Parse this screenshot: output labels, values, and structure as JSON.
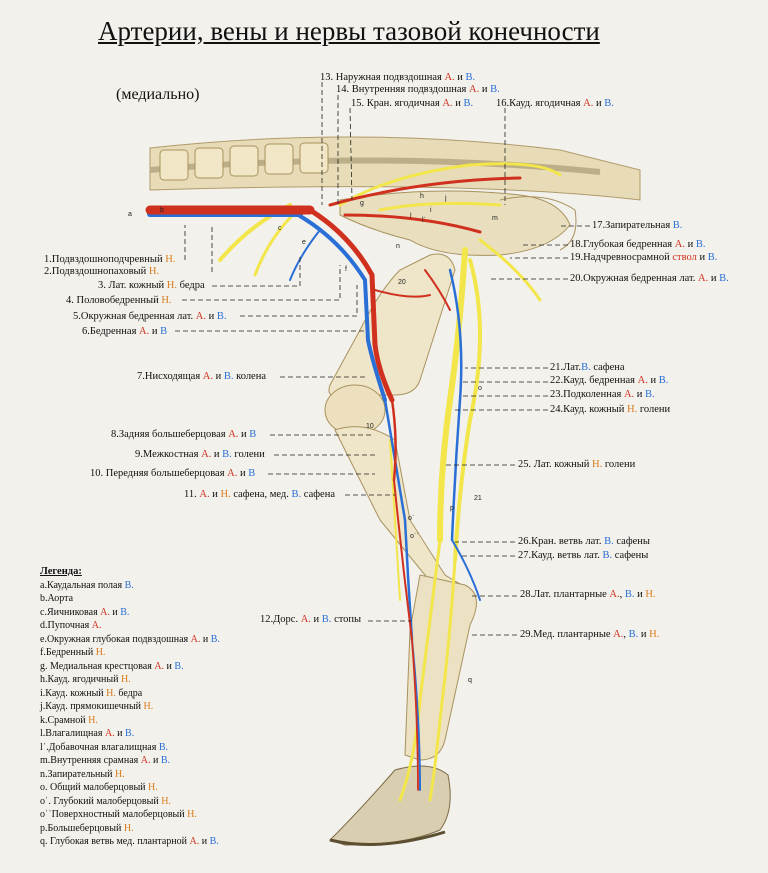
{
  "title": "Артерии, вены и нервы тазовой конечности",
  "view": "(медиально)",
  "legend_title": "Легенда:",
  "colors": {
    "artery": "#d0311f",
    "vein": "#2a6fd6",
    "nerve": "#d97b1a",
    "nerve_fill": "#f2e64a",
    "bone": "#efe6c9"
  },
  "numbered_labels": [
    {
      "id": "1",
      "parts": [
        {
          "t": "1.Подвздошноподчревный "
        },
        {
          "t": "Н.",
          "c": "n"
        }
      ]
    },
    {
      "id": "2",
      "parts": [
        {
          "t": "2.Подвздошнопаховый "
        },
        {
          "t": "Н.",
          "c": "n"
        }
      ]
    },
    {
      "id": "3",
      "parts": [
        {
          "t": "3. Лат. кожный "
        },
        {
          "t": "Н.",
          "c": "n"
        },
        {
          "t": " бедра"
        }
      ]
    },
    {
      "id": "4",
      "parts": [
        {
          "t": "4. Половобедренный "
        },
        {
          "t": "Н.",
          "c": "n"
        }
      ]
    },
    {
      "id": "5",
      "parts": [
        {
          "t": "5.Окружная бедренная лат. "
        },
        {
          "t": "А.",
          "c": "a"
        },
        {
          "t": " и "
        },
        {
          "t": "В.",
          "c": "v"
        }
      ]
    },
    {
      "id": "6",
      "parts": [
        {
          "t": "6.Бедренная "
        },
        {
          "t": "А.",
          "c": "a"
        },
        {
          "t": " и "
        },
        {
          "t": "В",
          "c": "v"
        }
      ]
    },
    {
      "id": "7",
      "parts": [
        {
          "t": "7.Нисходящая "
        },
        {
          "t": "А.",
          "c": "a"
        },
        {
          "t": " и "
        },
        {
          "t": "В.",
          "c": "v"
        },
        {
          "t": " колена"
        }
      ]
    },
    {
      "id": "8",
      "parts": [
        {
          "t": "8.Задняя большеберцовая "
        },
        {
          "t": "А.",
          "c": "a"
        },
        {
          "t": " и "
        },
        {
          "t": "В",
          "c": "v"
        }
      ]
    },
    {
      "id": "9",
      "parts": [
        {
          "t": "9.Межкостная "
        },
        {
          "t": "А.",
          "c": "a"
        },
        {
          "t": " и "
        },
        {
          "t": "В.",
          "c": "v"
        },
        {
          "t": " голени"
        }
      ]
    },
    {
      "id": "10",
      "parts": [
        {
          "t": "10. Передняя большеберцовая "
        },
        {
          "t": "А.",
          "c": "a"
        },
        {
          "t": " и "
        },
        {
          "t": "В",
          "c": "v"
        }
      ]
    },
    {
      "id": "11",
      "parts": [
        {
          "t": "11. "
        },
        {
          "t": "А.",
          "c": "a"
        },
        {
          "t": " и "
        },
        {
          "t": "Н.",
          "c": "n"
        },
        {
          "t": " сафена, мед. "
        },
        {
          "t": "В.",
          "c": "v"
        },
        {
          "t": " сафена"
        }
      ]
    },
    {
      "id": "12",
      "parts": [
        {
          "t": "12.Дорс. "
        },
        {
          "t": "А.",
          "c": "a"
        },
        {
          "t": " и "
        },
        {
          "t": "В.",
          "c": "v"
        },
        {
          "t": " стопы"
        }
      ]
    },
    {
      "id": "13",
      "parts": [
        {
          "t": "13. Наружная подвздошная "
        },
        {
          "t": "А.",
          "c": "a"
        },
        {
          "t": " и "
        },
        {
          "t": "В.",
          "c": "v"
        }
      ]
    },
    {
      "id": "14",
      "parts": [
        {
          "t": "14. Внутренняя подвздошная "
        },
        {
          "t": "А.",
          "c": "a"
        },
        {
          "t": " и "
        },
        {
          "t": "В.",
          "c": "v"
        }
      ]
    },
    {
      "id": "15",
      "parts": [
        {
          "t": "15. Кран. ягодичная "
        },
        {
          "t": "А.",
          "c": "a"
        },
        {
          "t": " и "
        },
        {
          "t": "В.",
          "c": "v"
        }
      ]
    },
    {
      "id": "16",
      "parts": [
        {
          "t": "16.Кауд. ягодичная "
        },
        {
          "t": "А.",
          "c": "a"
        },
        {
          "t": " и "
        },
        {
          "t": "В.",
          "c": "v"
        }
      ]
    },
    {
      "id": "17",
      "parts": [
        {
          "t": "17.Запирательная "
        },
        {
          "t": "В.",
          "c": "v"
        }
      ]
    },
    {
      "id": "18",
      "parts": [
        {
          "t": "18.Глубокая бедренная "
        },
        {
          "t": "А.",
          "c": "a"
        },
        {
          "t": " и "
        },
        {
          "t": "В.",
          "c": "v"
        }
      ]
    },
    {
      "id": "19",
      "parts": [
        {
          "t": "19.Надчревносрамной "
        },
        {
          "t": "ствол",
          "c": "a"
        },
        {
          "t": " и "
        },
        {
          "t": "В.",
          "c": "v"
        }
      ]
    },
    {
      "id": "20",
      "parts": [
        {
          "t": "20.Окружная бедренная лат. "
        },
        {
          "t": "А.",
          "c": "a"
        },
        {
          "t": " и "
        },
        {
          "t": "В.",
          "c": "v"
        }
      ]
    },
    {
      "id": "21",
      "parts": [
        {
          "t": "21.Лат."
        },
        {
          "t": "В.",
          "c": "v"
        },
        {
          "t": " сафена"
        }
      ]
    },
    {
      "id": "22",
      "parts": [
        {
          "t": "22.Кауд. бедренная "
        },
        {
          "t": "А.",
          "c": "a"
        },
        {
          "t": " и "
        },
        {
          "t": "В.",
          "c": "v"
        }
      ]
    },
    {
      "id": "23",
      "parts": [
        {
          "t": "23.Подколенная "
        },
        {
          "t": "А.",
          "c": "a"
        },
        {
          "t": " и "
        },
        {
          "t": "В.",
          "c": "v"
        }
      ]
    },
    {
      "id": "24",
      "parts": [
        {
          "t": "24.Кауд. кожный "
        },
        {
          "t": "Н.",
          "c": "n"
        },
        {
          "t": " голени"
        }
      ]
    },
    {
      "id": "25",
      "parts": [
        {
          "t": "25. Лат. кожный "
        },
        {
          "t": "Н.",
          "c": "n"
        },
        {
          "t": " голени"
        }
      ]
    },
    {
      "id": "26",
      "parts": [
        {
          "t": "26.Кран. ветвь лат. "
        },
        {
          "t": "В.",
          "c": "v"
        },
        {
          "t": " сафены"
        }
      ]
    },
    {
      "id": "27",
      "parts": [
        {
          "t": "27.Кауд. ветвь лат. "
        },
        {
          "t": "В.",
          "c": "v"
        },
        {
          "t": " сафены"
        }
      ]
    },
    {
      "id": "28",
      "parts": [
        {
          "t": "28.Лат. плантарные "
        },
        {
          "t": "А.",
          "c": "a"
        },
        {
          "t": ", "
        },
        {
          "t": "В.",
          "c": "v"
        },
        {
          "t": " и "
        },
        {
          "t": "Н.",
          "c": "n"
        }
      ]
    },
    {
      "id": "29",
      "parts": [
        {
          "t": "29.Мед. плантарные "
        },
        {
          "t": "А.",
          "c": "a"
        },
        {
          "t": ", "
        },
        {
          "t": "В.",
          "c": "v"
        },
        {
          "t": " и "
        },
        {
          "t": "Н.",
          "c": "n"
        }
      ]
    }
  ],
  "legend": [
    [
      {
        "t": "a.Каудальная полая "
      },
      {
        "t": "В.",
        "c": "v"
      }
    ],
    [
      {
        "t": "b.Аорта"
      }
    ],
    [
      {
        "t": "c.Яичниковая "
      },
      {
        "t": "А.",
        "c": "a"
      },
      {
        "t": " и "
      },
      {
        "t": "В.",
        "c": "v"
      }
    ],
    [
      {
        "t": "d.Пупочная "
      },
      {
        "t": "А.",
        "c": "a"
      }
    ],
    [
      {
        "t": "e.Окружная глубокая подвздошная "
      },
      {
        "t": "А.",
        "c": "a"
      },
      {
        "t": " и "
      },
      {
        "t": "В.",
        "c": "v"
      }
    ],
    [
      {
        "t": "f.Бедренный "
      },
      {
        "t": "Н.",
        "c": "n"
      }
    ],
    [
      {
        "t": "g. Медиальная крестцовая "
      },
      {
        "t": "А.",
        "c": "a"
      },
      {
        "t": " и "
      },
      {
        "t": "В.",
        "c": "v"
      }
    ],
    [
      {
        "t": "h.Кауд. ягодичный "
      },
      {
        "t": "Н.",
        "c": "n"
      }
    ],
    [
      {
        "t": "i.Кауд. кожный "
      },
      {
        "t": "Н.",
        "c": "n"
      },
      {
        "t": " бедра"
      }
    ],
    [
      {
        "t": "j.Кауд. прямокишечный "
      },
      {
        "t": "Н.",
        "c": "n"
      }
    ],
    [
      {
        "t": "k.Срамной "
      },
      {
        "t": "Н.",
        "c": "n"
      }
    ],
    [
      {
        "t": "l.Влагалищная "
      },
      {
        "t": "А.",
        "c": "a"
      },
      {
        "t": " и "
      },
      {
        "t": "В.",
        "c": "v"
      }
    ],
    [
      {
        "t": "lˈ.Добавочная влагалищная "
      },
      {
        "t": "В.",
        "c": "v"
      }
    ],
    [
      {
        "t": "m.Внутренняя срамная "
      },
      {
        "t": "А.",
        "c": "a"
      },
      {
        "t": " и "
      },
      {
        "t": "В.",
        "c": "v"
      }
    ],
    [
      {
        "t": "n.Запирательный "
      },
      {
        "t": "Н.",
        "c": "n"
      }
    ],
    [
      {
        "t": "o. Общий малоберцовый "
      },
      {
        "t": "Н.",
        "c": "n"
      }
    ],
    [
      {
        "t": "oˈ. Глубокий малоберцовый "
      },
      {
        "t": "Н.",
        "c": "n"
      }
    ],
    [
      {
        "t": "oˈˈПоверхностный  малоберцовый "
      },
      {
        "t": "Н.",
        "c": "n"
      }
    ],
    [
      {
        "t": "p.Большеберцовый "
      },
      {
        "t": "Н.",
        "c": "n"
      }
    ],
    [
      {
        "t": "q. Глубокая ветвь мед. плантарной "
      },
      {
        "t": "А.",
        "c": "a"
      },
      {
        "t": " и "
      },
      {
        "t": "В.",
        "c": "v"
      }
    ]
  ],
  "small_letters": [
    "a",
    "b",
    "c",
    "e",
    "f",
    "g",
    "h",
    "i",
    "j",
    "l",
    "lˈ",
    "m",
    "n",
    "o",
    "oˈ",
    "oˈˈ",
    "p",
    "q",
    "10",
    "20",
    "21"
  ]
}
